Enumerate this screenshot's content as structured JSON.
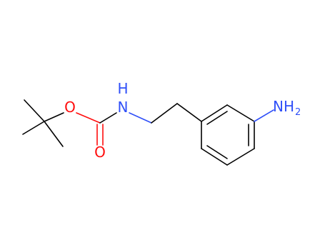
{
  "molecule": {
    "atoms": {
      "ester_oxygen": "O",
      "carbonyl_oxygen": "O",
      "amide_nitrogen": "N",
      "amide_hydrogen": "H",
      "amine_group": "NH",
      "amine_subscript": "2"
    },
    "colors": {
      "bond": "#000000",
      "oxygen": "#ff0d0d",
      "nitrogen": "#3050f8"
    }
  }
}
